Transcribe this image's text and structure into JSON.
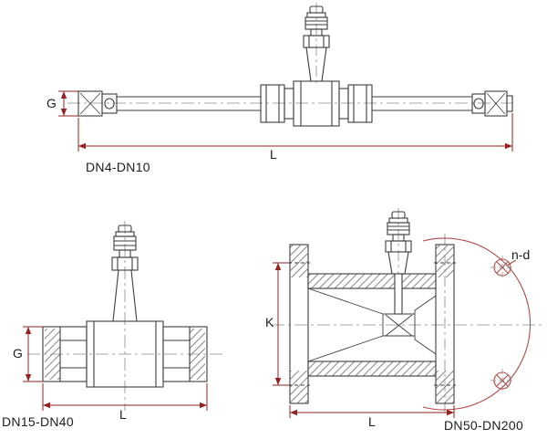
{
  "figure": {
    "background": "#ffffff",
    "colors": {
      "drawing_line": "#3d3d3d",
      "dimension_line": "#952222",
      "centerline": "#8a8a8a",
      "flange_circle": "#b14a4a",
      "label_text": "#1c1c1c"
    },
    "views": {
      "small": {
        "range_label": "DN4-DN10",
        "dims": {
          "g": "G",
          "l": "L"
        }
      },
      "medium": {
        "range_label": "DN15-DN40",
        "dims": {
          "g": "G",
          "l": "L"
        }
      },
      "large": {
        "range_label": "DN50-DN200",
        "dims": {
          "k": "K",
          "l": "L",
          "nd": "n-d"
        }
      }
    }
  }
}
